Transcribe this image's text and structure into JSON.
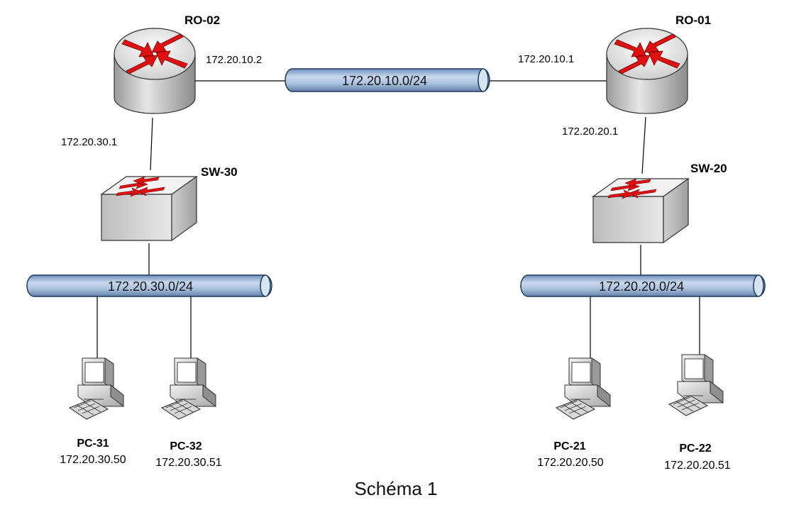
{
  "caption": "Schéma 1",
  "routers": {
    "ro02": {
      "name": "RO-02",
      "wan_ip": "172.20.10.2",
      "lan_ip": "172.20.30.1",
      "icon": "router-icon"
    },
    "ro01": {
      "name": "RO-01",
      "wan_ip": "172.20.10.1",
      "lan_ip": "172.20.20.1",
      "icon": "router-icon"
    }
  },
  "switches": {
    "sw30": {
      "name": "SW-30",
      "icon": "switch-icon"
    },
    "sw20": {
      "name": "SW-20",
      "icon": "switch-icon"
    }
  },
  "networks": {
    "wan": "172.20.10.0/24",
    "lan30": "172.20.30.0/24",
    "lan20": "172.20.20.0/24"
  },
  "pcs": {
    "pc31": {
      "name": "PC-31",
      "ip": "172.20.30.50",
      "icon": "pc-icon"
    },
    "pc32": {
      "name": "PC-32",
      "ip": "172.20.30.51",
      "icon": "pc-icon"
    },
    "pc21": {
      "name": "PC-21",
      "ip": "172.20.20.50",
      "icon": "pc-icon"
    },
    "pc22": {
      "name": "PC-22",
      "ip": "172.20.20.51",
      "icon": "pc-icon"
    }
  },
  "colors": {
    "arrow": "#e01010",
    "pipe_fill": "#9db8d8",
    "device_gray": "#d9d9d9"
  }
}
